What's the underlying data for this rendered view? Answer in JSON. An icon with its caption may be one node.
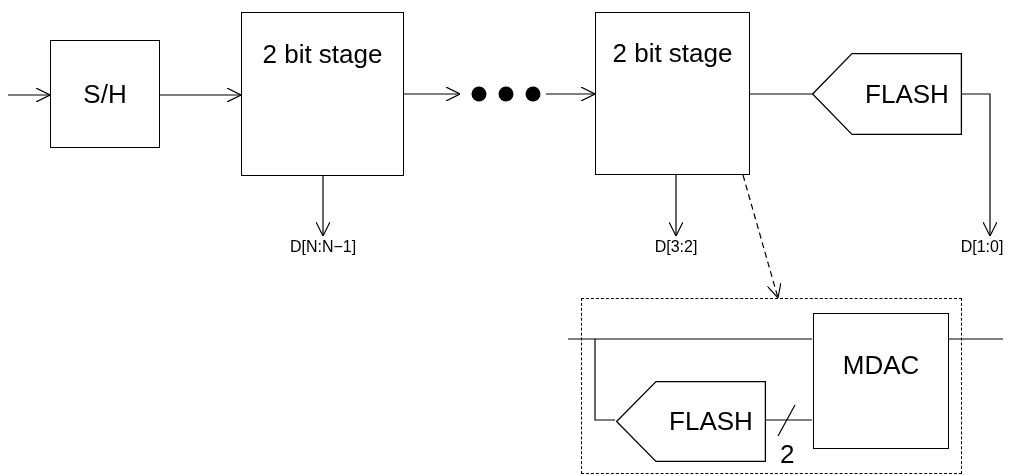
{
  "diagram": {
    "nodes": [
      {
        "text": [
          "S/H"
        ]
      },
      {
        "text": [
          "2 bit stage"
        ]
      },
      {
        "text": [],
        "shape": "dots"
      },
      {
        "text": [
          "2 bit stage"
        ]
      },
      {
        "text": [
          "FLASH"
        ]
      },
      {
        "text": [
          "D[N:N−1]"
        ]
      },
      {
        "text": [
          "D[3:2]"
        ]
      },
      {
        "text": [
          "D[1:0]"
        ]
      },
      {
        "text": [],
        "shape": "box"
      },
      {
        "text": [
          "MDAC"
        ],
        "in": 8
      },
      {
        "text": [
          "FLASH"
        ],
        "in": 8
      }
    ],
    "edges": [
      {
        "from": null,
        "to": 0,
        "arrow": "to"
      },
      {
        "from": 0,
        "to": 1,
        "arrow": "to"
      },
      {
        "from": 1,
        "to": 2,
        "arrow": "to"
      },
      {
        "from": 2,
        "to": 3,
        "arrow": "to"
      },
      {
        "from": 3,
        "to": 4,
        "arrow": "none"
      },
      {
        "from": 4,
        "to": 7,
        "arrow": "to"
      },
      {
        "from": 1,
        "to": 5,
        "arrow": "to"
      },
      {
        "from": 3,
        "to": 6,
        "arrow": "to"
      },
      {
        "from": 3,
        "to": 8,
        "arrow": "to",
        "style": "dashed"
      },
      {
        "from": null,
        "to": 9,
        "arrow": "none"
      },
      {
        "from": null,
        "to": 10,
        "arrow": "none"
      },
      {
        "from": 10,
        "to": 9,
        "arrow": "none",
        "label": "2"
      },
      {
        "from": 9,
        "to": null,
        "arrow": "none"
      }
    ]
  }
}
